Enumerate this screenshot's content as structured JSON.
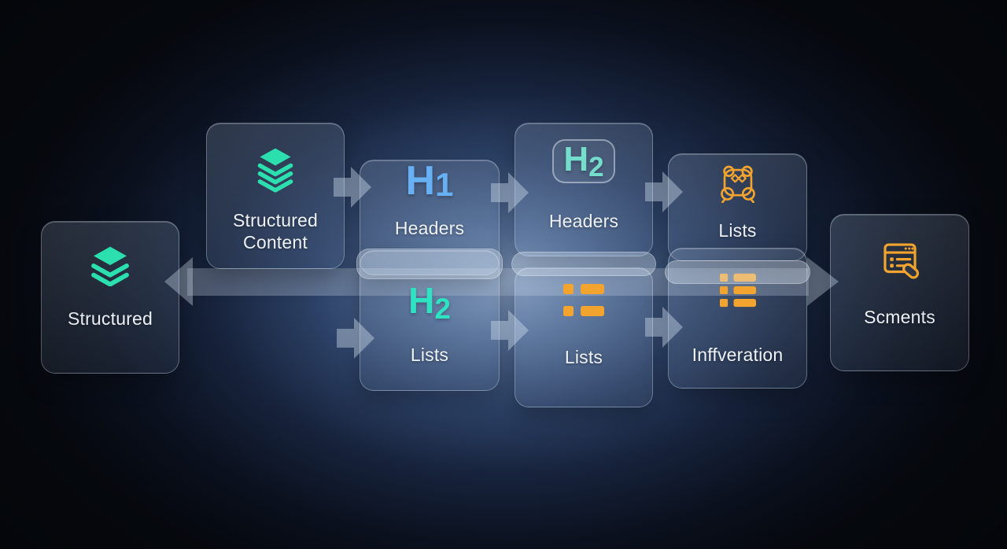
{
  "colors": {
    "teal": "#2be0ae",
    "teal_h2": "#2ee3c1",
    "blue_h1": "#68b0f4",
    "orange": "#f2a42e",
    "label_text": "#eef2f7"
  },
  "cards": {
    "structured": {
      "label": "Structured",
      "icon": "layers-icon"
    },
    "structured_content": {
      "label": "Structured Content",
      "icon": "layers-icon"
    },
    "h1_headers": {
      "glyph": "H",
      "glyph_sub": "1",
      "label": "Headers"
    },
    "h2_lists": {
      "glyph": "H",
      "glyph_sub": "2",
      "label": "Lists"
    },
    "h2_headers": {
      "glyph": "H",
      "glyph_sub": "2",
      "label": "Headers"
    },
    "lists_mid": {
      "label": "Lists",
      "icon": "list-2-icon"
    },
    "lists_top": {
      "label": "Lists",
      "icon": "network-icon"
    },
    "inffveration": {
      "label": "Inffveration",
      "icon": "list-3-icon"
    },
    "scments": {
      "label": "Scments",
      "icon": "browser-search-icon"
    }
  }
}
